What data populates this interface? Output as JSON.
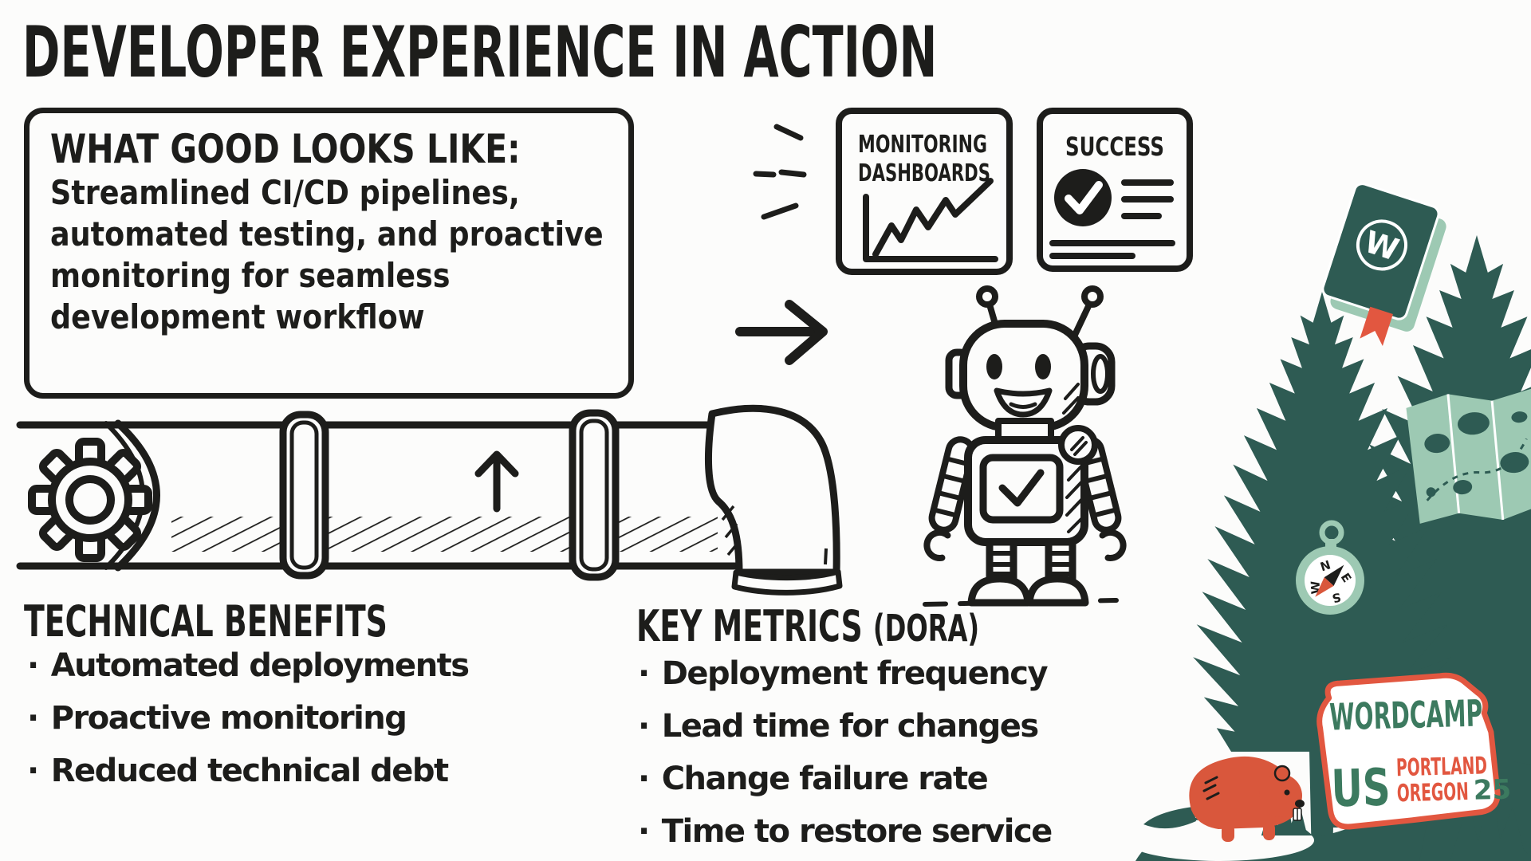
{
  "title": "DEVELOPER EXPERIENCE IN ACTION",
  "good_box": {
    "heading": "WHAT GOOD LOOKS LIKE:",
    "lines": [
      "Streamlined CI/CD pipelines,",
      "automated testing, and proactive",
      "monitoring for seamless",
      "development workflow"
    ]
  },
  "monitoring_card": {
    "line1": "MONITORING",
    "line2": "DASHBOARDS"
  },
  "success_card": {
    "title": "SUCCESS"
  },
  "technical_benefits": {
    "heading": "TECHNICAL BENEFITS",
    "items": [
      "Automated deployments",
      "Proactive monitoring",
      "Reduced technical debt"
    ]
  },
  "key_metrics": {
    "heading": "KEY METRICS",
    "suffix": "(DORA)",
    "items": [
      "Deployment frequency",
      "Lead time for changes",
      "Change failure rate",
      "Time to restore service"
    ]
  },
  "bullets": {
    "dot": "·"
  },
  "badge": {
    "line1": "WORDCAMP",
    "line2": "US",
    "city": "PORTLAND",
    "state": "OREGON",
    "year": "25"
  },
  "compass": {
    "n": "N",
    "e": "E",
    "s": "S",
    "w": "W"
  },
  "book": {
    "letter": "W"
  },
  "colors": {
    "ink": "#1d1d1b",
    "teal": "#2e5b53",
    "sage": "#9dc9b3",
    "sage_light": "#cfe5d8",
    "red": "#d9573c",
    "badge_green": "#3c7a5f",
    "badge_red": "#e25740",
    "paper": "#fcfcfb"
  }
}
